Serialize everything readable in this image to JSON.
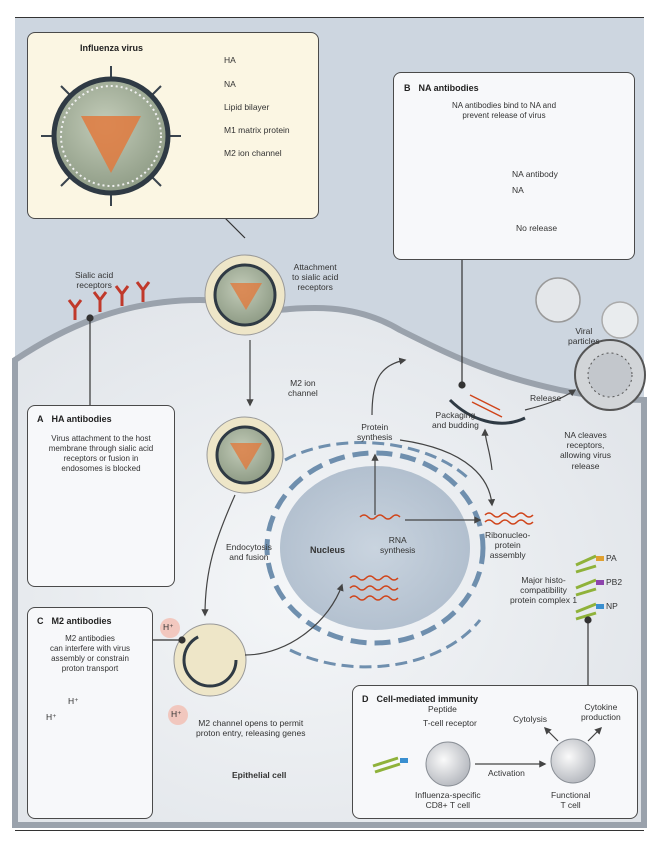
{
  "virus_box": {
    "title": "Influenza virus",
    "legend": [
      "HA",
      "NA",
      "Lipid bilayer",
      "M1 matrix protein",
      "M2 ion channel"
    ]
  },
  "panel_a": {
    "letter": "A",
    "title": "HA antibodies",
    "desc": [
      "Virus attachment to the host",
      "membrane through sialic acid",
      "receptors or fusion in",
      "endosomes is blocked"
    ]
  },
  "panel_b": {
    "letter": "B",
    "title": "NA antibodies",
    "desc": [
      "NA antibodies bind to NA and",
      "prevent release of virus"
    ],
    "na_antibody": "NA antibody",
    "na": "NA",
    "no_release": "No release"
  },
  "panel_c": {
    "letter": "C",
    "title": "M2 antibodies",
    "desc": [
      "M2 antibodies",
      "can interfere with virus",
      "assembly or constrain",
      "proton transport"
    ],
    "h_plus": "H⁺"
  },
  "panel_d": {
    "letter": "D",
    "title": "Cell-mediated immunity",
    "peptide": "Peptide",
    "tcell_receptor": "T-cell receptor",
    "cytolysis": "Cytolysis",
    "cytokine": [
      "Cytokine",
      "production"
    ],
    "activation": "Activation",
    "tcell_left": [
      "Influenza-specific",
      "CD8+ T cell"
    ],
    "tcell_right": [
      "Functional",
      "T cell"
    ]
  },
  "labels": {
    "sialic": [
      "Sialic acid",
      "receptors"
    ],
    "attachment": [
      "Attachment",
      "to sialic acid",
      "receptors"
    ],
    "m2_channel": [
      "M2 ion",
      "channel"
    ],
    "protein_synthesis": [
      "Protein",
      "synthesis"
    ],
    "packaging": [
      "Packaging",
      "and budding"
    ],
    "viral_particles": [
      "Viral",
      "particles"
    ],
    "release": "Release",
    "na_cleaves": [
      "NA cleaves",
      "receptors,",
      "allowing virus",
      "release"
    ],
    "nucleus": "Nucleus",
    "rna_synthesis": [
      "RNA",
      "synthesis"
    ],
    "rnp": [
      "Ribonucleo-",
      "protein",
      "assembly"
    ],
    "endocytosis": [
      "Endocytosis",
      "and fusion"
    ],
    "mhc": [
      "Major histo-",
      "compatibility",
      "protein complex 1"
    ],
    "pa": "PA",
    "pb2": "PB2",
    "np": "NP",
    "m2_opens": [
      "M2 channel opens to permit",
      "proton entry, releasing genes"
    ],
    "epithelial": "Epithelial cell"
  }
}
